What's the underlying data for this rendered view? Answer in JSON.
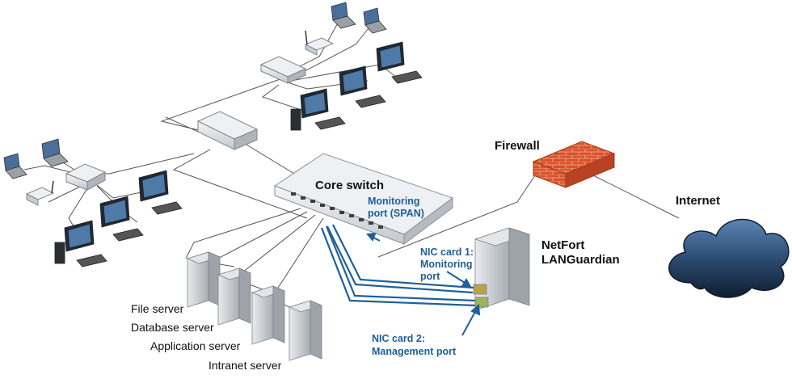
{
  "labels": {
    "core_switch": "Core switch",
    "monitoring_port_line1": "Monitoring",
    "monitoring_port_line2": "port (SPAN)",
    "firewall": "Firewall",
    "internet": "Internet",
    "netfort_line1": "NetFort",
    "netfort_line2": "LANGuardian",
    "nic1_line1": "NIC card 1:",
    "nic1_line2": "Monitoring",
    "nic1_line3": "port",
    "nic2_line1": "NIC card 2:",
    "nic2_line2": "Management port",
    "file_server": "File server",
    "database_server": "Database server",
    "application_server": "Application server",
    "intranet_server": "Intranet server"
  },
  "colors": {
    "cable": "#555555",
    "monitor_cable": "#1f5f9a",
    "firewall_brick": "#d9532b",
    "cloud": "#233a56",
    "server_body": "#c9ccd0",
    "switch_body": "#e6e8eb",
    "label_blue": "#1f5f9a"
  },
  "icons": {
    "core_switch": "network-switch-icon",
    "firewall": "brick-firewall-icon",
    "internet": "cloud-icon",
    "server": "tower-server-icon",
    "workstation": "desktop-computer-icon",
    "laptop": "laptop-icon",
    "access_point": "wireless-access-point-icon"
  }
}
